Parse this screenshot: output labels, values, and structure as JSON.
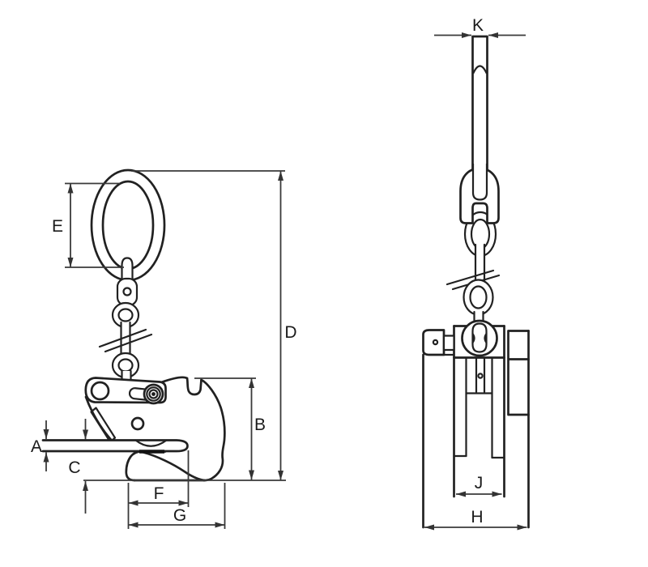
{
  "drawing": {
    "kind": "plate-clamp-dimensional-diagram",
    "views": {
      "side_view": "left",
      "front_view": "right"
    }
  },
  "labels": {
    "a": "A",
    "b": "B",
    "c": "C",
    "d": "D",
    "e": "E",
    "f": "F",
    "g": "G",
    "h": "H",
    "j": "J",
    "k": "K"
  },
  "colors": {
    "background": "#ffffff",
    "outline": "#212121",
    "dimension_line": "#3a3a3a",
    "label_text": "#1a1a1a"
  }
}
